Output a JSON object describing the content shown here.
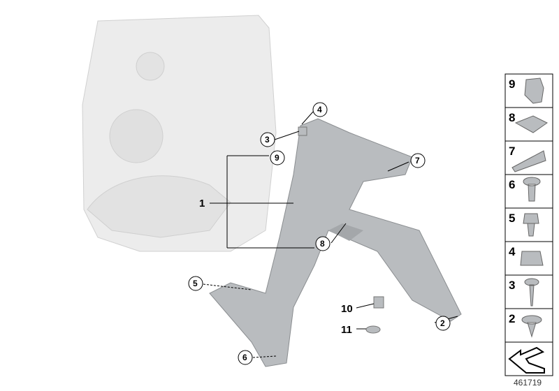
{
  "callouts": [
    {
      "num": "1",
      "style": "plain"
    },
    {
      "num": "2",
      "style": "circle"
    },
    {
      "num": "3",
      "style": "circle"
    },
    {
      "num": "4",
      "style": "circle"
    },
    {
      "num": "5",
      "style": "circle"
    },
    {
      "num": "6",
      "style": "circle"
    },
    {
      "num": "7",
      "style": "circle"
    },
    {
      "num": "8",
      "style": "circle"
    },
    {
      "num": "9",
      "style": "circle"
    },
    {
      "num": "10",
      "style": "plain"
    },
    {
      "num": "11",
      "style": "plain"
    }
  ],
  "legend": [
    {
      "num": "9",
      "part": "clip"
    },
    {
      "num": "8",
      "part": "bracket-clip"
    },
    {
      "num": "7",
      "part": "clip-strip"
    },
    {
      "num": "6",
      "part": "expanding-rivet"
    },
    {
      "num": "5",
      "part": "clip-nut-rivet"
    },
    {
      "num": "4",
      "part": "square-nut"
    },
    {
      "num": "3",
      "part": "screw"
    },
    {
      "num": "2",
      "part": "push-rivet"
    }
  ],
  "diagram_id": "461719",
  "colors": {
    "part": "#b9bcbf",
    "door_panel": "#e8e8e8",
    "outline": "#000000"
  }
}
